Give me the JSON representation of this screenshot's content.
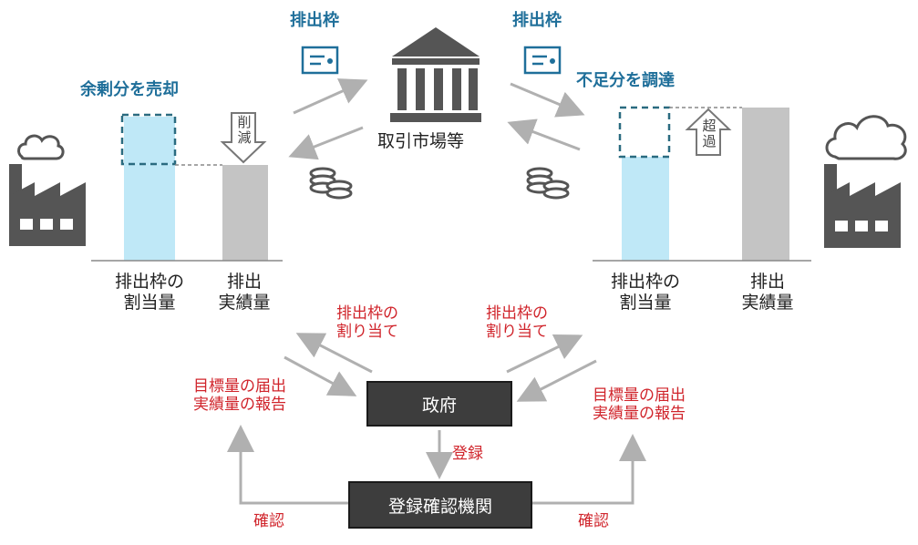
{
  "labels": {
    "permit_left": "排出枠",
    "permit_right": "排出枠",
    "sell_surplus": "余剰分を売却",
    "buy_shortfall": "不足分を調達",
    "market": "取引市場等",
    "reduce": "削\n減",
    "excess": "超\n過",
    "left_alloc_l1": "排出枠の",
    "left_alloc_l2": "割当量",
    "left_actual_l1": "排出",
    "left_actual_l2": "実績量",
    "right_alloc_l1": "排出枠の",
    "right_alloc_l2": "割当量",
    "right_actual_l1": "排出",
    "right_actual_l2": "実績量",
    "allot_left_l1": "排出枠の",
    "allot_left_l2": "割り当て",
    "allot_right_l1": "排出枠の",
    "allot_right_l2": "割り当て",
    "report_left_l1": "目標量の届出",
    "report_left_l2": "実績量の報告",
    "report_right_l1": "目標量の届出",
    "report_right_l2": "実績量の報告",
    "government": "政府",
    "register": "登録",
    "registry": "登録確認機関",
    "confirm_left": "確認",
    "confirm_right": "確認"
  },
  "colors": {
    "heading_blue": "#1f6f9a",
    "red_text": "#d0242b",
    "bar_light_blue": "#bfe8f7",
    "bar_gray": "#c4c4c4",
    "dashed_teal": "#2a6b80",
    "icon_dark": "#555555",
    "arrow_gray": "#b0b0b0",
    "box_dark": "#3d3d3d"
  },
  "icons": [
    "factory-icon",
    "smoke-icon",
    "bank-icon",
    "permit-certificate-icon",
    "coins-icon"
  ]
}
